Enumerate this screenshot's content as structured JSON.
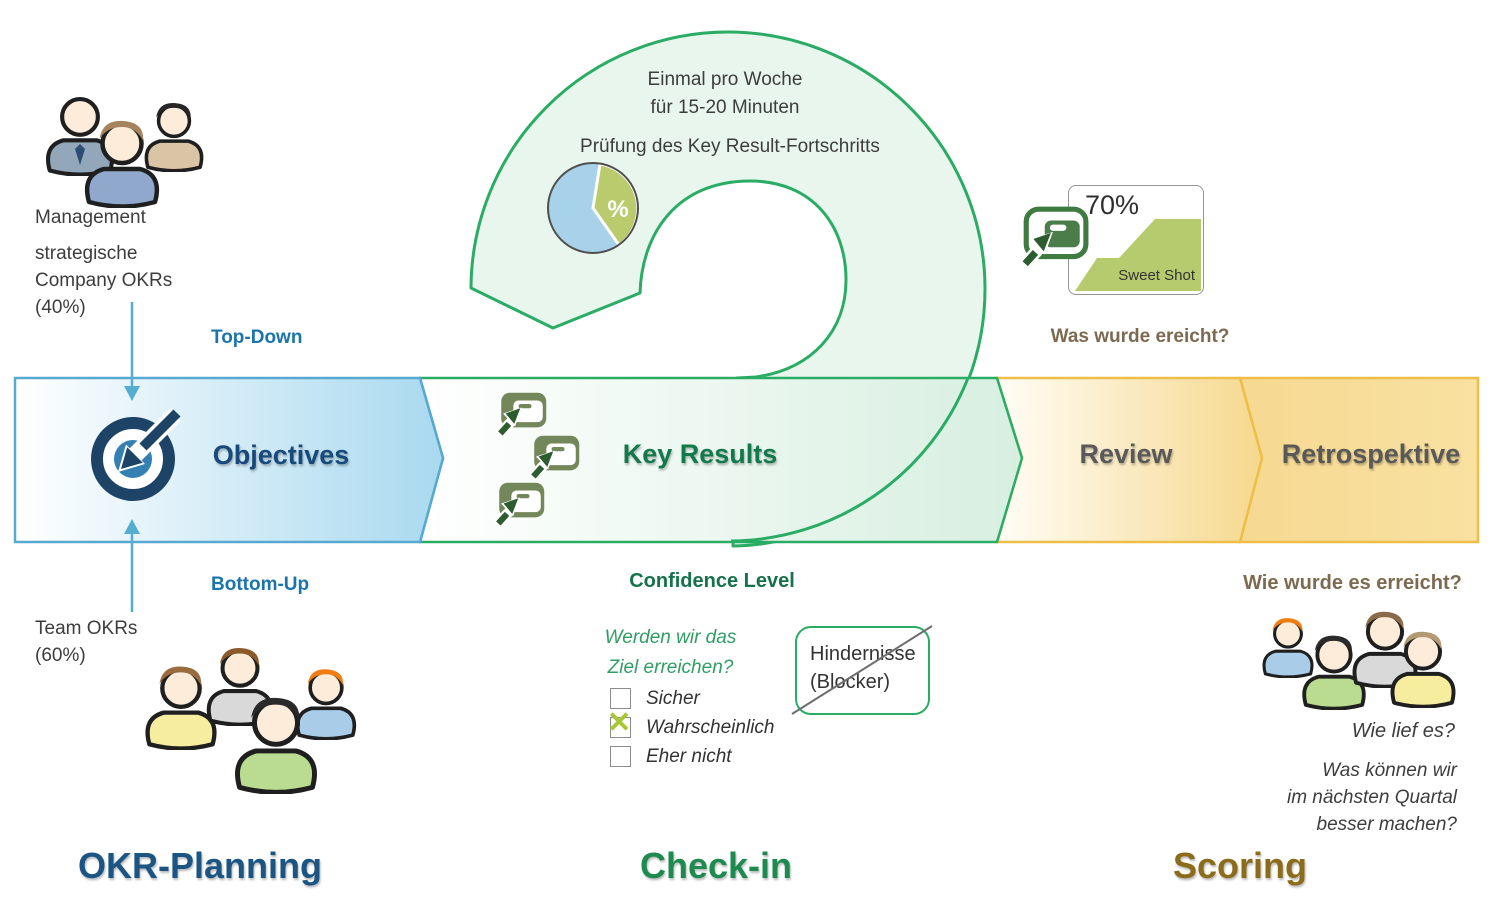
{
  "colors": {
    "loop_green": "#2bac64",
    "loop_fill": "#e9f6ed",
    "objectives_blue": "#57a9d1",
    "review_amber": "#efbe49",
    "label_navy": "#17497b",
    "label_green": "#12794b",
    "flow_blue": "#1b74ab",
    "question_brown": "#7c6a50",
    "check_lime": "#a8c832",
    "chart_green": "#b6cb6e",
    "title_planning": "#1b5584",
    "title_checkin": "#1d8a4f",
    "title_scoring": "#8a6c1b"
  },
  "planning": {
    "management_label": "Management",
    "management_sub": [
      "strategische",
      "Company OKRs",
      "(40%)"
    ],
    "top_down": "Top-Down",
    "bottom_up": "Bottom-Up",
    "team_okrs": [
      "Team OKRs",
      "(60%)"
    ],
    "section_title": "OKR-Planning"
  },
  "band": {
    "objectives": "Objectives",
    "key_results": "Key Results",
    "review": "Review",
    "retrospektive": "Retrospektive"
  },
  "checkin": {
    "loop": [
      "Einmal pro Woche",
      "für 15-20 Minuten",
      "Prüfung des Key Result-Fortschritts"
    ],
    "confidence_title": "Confidence Level",
    "confidence_question": [
      "Werden wir das",
      "Ziel erreichen?"
    ],
    "options": [
      {
        "label": "Sicher",
        "checked": false
      },
      {
        "label": "Wahrscheinlich",
        "checked": true,
        "mark": "✕"
      },
      {
        "label": "Eher nicht",
        "checked": false
      }
    ],
    "blocker": [
      "Hindernisse",
      "(Blocker)"
    ],
    "section_title": "Check-in"
  },
  "scoring": {
    "chart": {
      "value": "70%",
      "label": "Sweet Shot"
    },
    "achieved_question": "Was wurde ereicht?",
    "how_question": "Wie wurde es erreicht?",
    "reflect_question": "Wie lief es?",
    "improve_question": [
      "Was können wir",
      "im nächsten Quartal",
      "besser machen?"
    ],
    "section_title": "Scoring"
  }
}
